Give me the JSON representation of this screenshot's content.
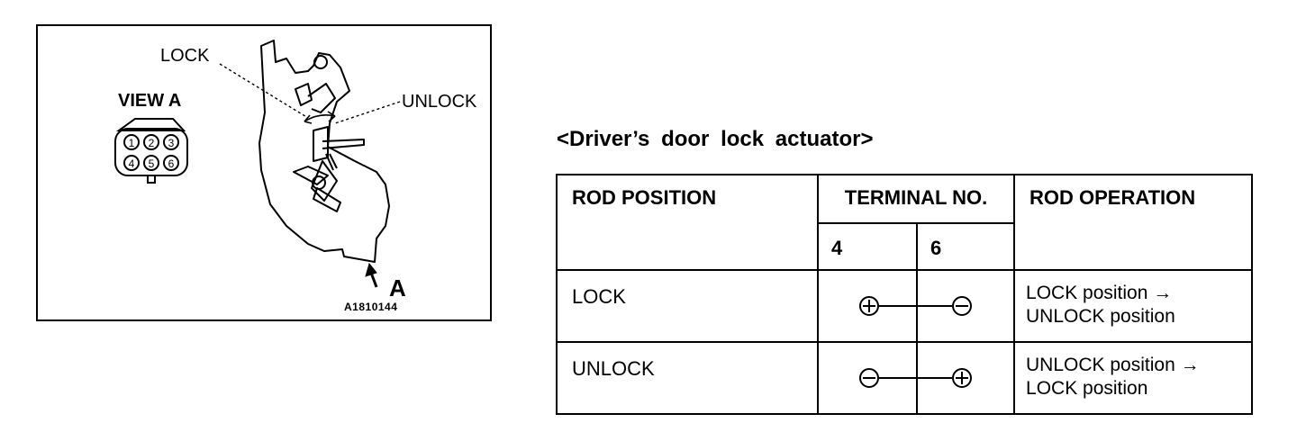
{
  "figure": {
    "label_lock": "LOCK",
    "label_unlock": "UNLOCK",
    "label_view": "VIEW A",
    "label_arrow": "A",
    "code": "A1810144",
    "connector_pins": [
      "1",
      "2",
      "3",
      "4",
      "5",
      "6"
    ]
  },
  "title": "<Driver’s door lock actuator>",
  "table": {
    "headers": {
      "rod_position": "ROD POSITION",
      "terminal": "TERMINAL NO.",
      "terminal_4": "4",
      "terminal_6": "6",
      "rod_operation": "ROD OPERATION"
    },
    "rows": [
      {
        "position": "LOCK",
        "terminal_4": "plus",
        "terminal_6": "minus",
        "operation_line1": "LOCK position →",
        "operation_line2": "UNLOCK position"
      },
      {
        "position": "UNLOCK",
        "terminal_4": "minus",
        "terminal_6": "plus",
        "operation_line1": "UNLOCK position →",
        "operation_line2": "LOCK position"
      }
    ]
  }
}
